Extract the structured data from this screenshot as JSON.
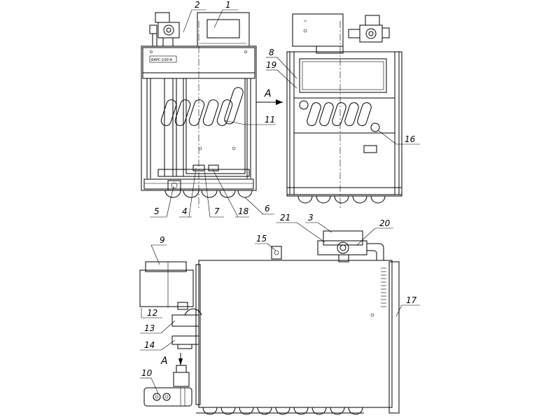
{
  "drawing": {
    "callouts": [
      {
        "id": "callout-1",
        "label": "1"
      },
      {
        "id": "callout-2",
        "label": "2"
      },
      {
        "id": "callout-3",
        "label": "3"
      },
      {
        "id": "callout-4",
        "label": "4"
      },
      {
        "id": "callout-5",
        "label": "5"
      },
      {
        "id": "callout-6",
        "label": "6"
      },
      {
        "id": "callout-7",
        "label": "7"
      },
      {
        "id": "callout-8",
        "label": "8"
      },
      {
        "id": "callout-9",
        "label": "9"
      },
      {
        "id": "callout-10",
        "label": "10"
      },
      {
        "id": "callout-11",
        "label": "11"
      },
      {
        "id": "callout-12",
        "label": "12"
      },
      {
        "id": "callout-13",
        "label": "13"
      },
      {
        "id": "callout-14",
        "label": "14"
      },
      {
        "id": "callout-15",
        "label": "15"
      },
      {
        "id": "callout-16",
        "label": "16"
      },
      {
        "id": "callout-17",
        "label": "17"
      },
      {
        "id": "callout-18",
        "label": "18"
      },
      {
        "id": "callout-19",
        "label": "19"
      },
      {
        "id": "callout-20",
        "label": "20"
      },
      {
        "id": "callout-21",
        "label": "21"
      }
    ],
    "view_markers": [
      {
        "id": "view-a-arrow-label",
        "label": "А"
      },
      {
        "id": "view-a-title",
        "label": "А"
      }
    ],
    "nameplate_text": "БАРС-100-А"
  }
}
